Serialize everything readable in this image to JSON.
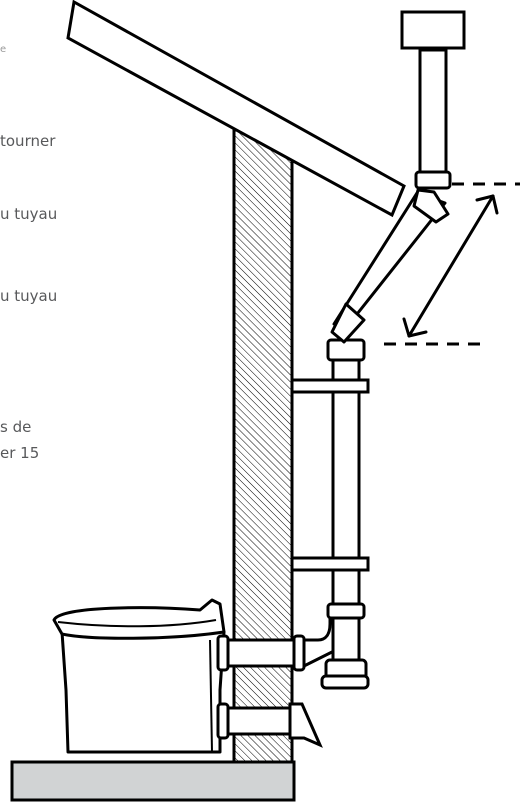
{
  "text_fragments": [
    "e",
    "tourner",
    "u tuyau",
    "u tuyau",
    "s de",
    "er 15"
  ],
  "colors": {
    "line": "#000000",
    "text": "#58595b",
    "floor": "#d1d3d4",
    "background": "#ffffff"
  },
  "icons": [
    "double-arrow-icon"
  ]
}
